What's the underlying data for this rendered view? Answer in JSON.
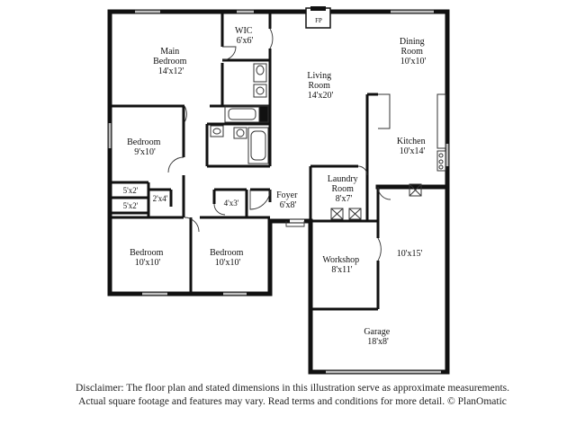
{
  "rooms": {
    "main_bedroom": {
      "name_1": "Main",
      "name_2": "Bedroom",
      "size": "14'x12'"
    },
    "wic": {
      "name": "WIC",
      "size": "6'x6'"
    },
    "fireplace": {
      "label": "FP"
    },
    "dining_room": {
      "name_1": "Dining",
      "name_2": "Room",
      "size": "10'x10'"
    },
    "living_room": {
      "name_1": "Living",
      "name_2": "Room",
      "size": "14'x20'"
    },
    "bedroom_1": {
      "name": "Bedroom",
      "size": "9'x10'"
    },
    "kitchen": {
      "name": "Kitchen",
      "size": "10'x14'"
    },
    "laundry_room": {
      "name_1": "Laundry",
      "name_2": "Room",
      "size": "8'x7'"
    },
    "closet_a": {
      "size": "5'x2'"
    },
    "closet_b": {
      "size": "5'x2'"
    },
    "closet_c": {
      "size": "2'x4'"
    },
    "closet_d": {
      "size": "4'x3'"
    },
    "foyer": {
      "name": "Foyer",
      "size": "6'x8'"
    },
    "bedroom_2": {
      "name": "Bedroom",
      "size": "10'x10'"
    },
    "bedroom_3": {
      "name": "Bedroom",
      "size": "10'x10'"
    },
    "workshop": {
      "name": "Workshop",
      "size": "8'x11'"
    },
    "garage_bay": {
      "size": "10'x15'"
    },
    "garage": {
      "name": "Garage",
      "size": "18'x8'"
    }
  },
  "disclaimer": {
    "line_1": "Disclaimer: The floor plan and stated dimensions in this illustration serve as approximate measurements.",
    "line_2": "Actual square footage and features may vary. Read terms and conditions for more detail. © PlanOmatic"
  }
}
